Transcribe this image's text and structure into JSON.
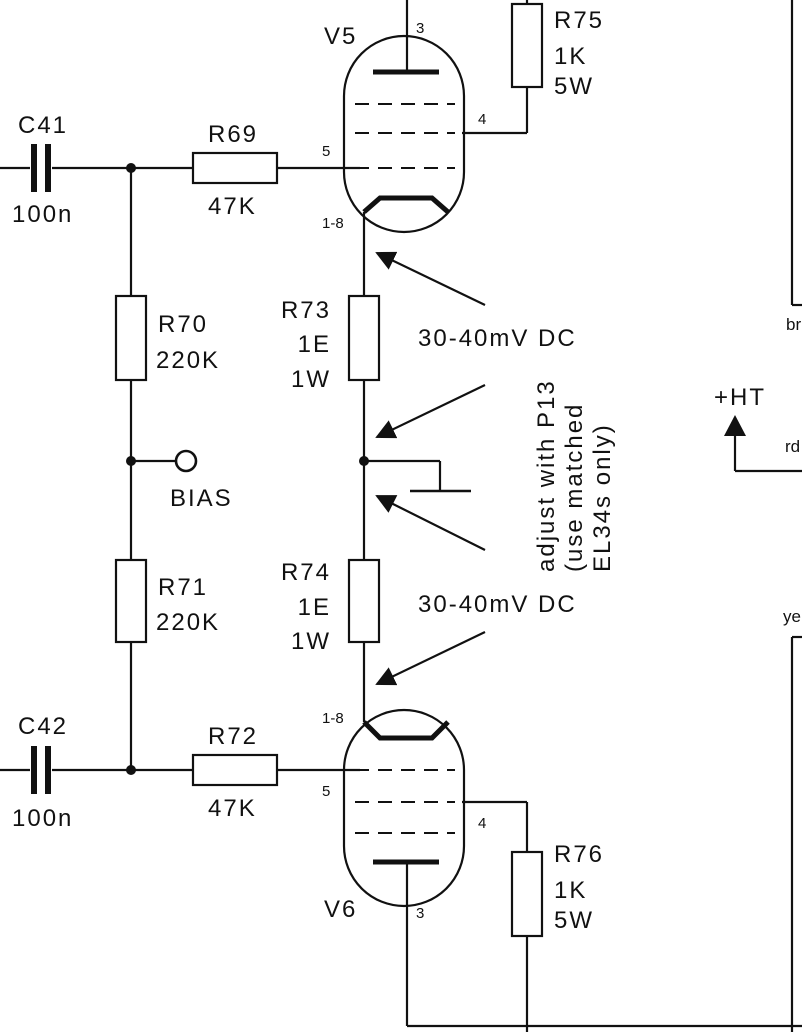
{
  "components": {
    "v5": {
      "ref": "V5"
    },
    "v6": {
      "ref": "V6"
    },
    "c41": {
      "ref": "C41",
      "value": "100n"
    },
    "c42": {
      "ref": "C42",
      "value": "100n"
    },
    "r69": {
      "ref": "R69",
      "value": "47K"
    },
    "r72": {
      "ref": "R72",
      "value": "47K"
    },
    "r70": {
      "ref": "R70",
      "value": "220K"
    },
    "r71": {
      "ref": "R71",
      "value": "220K"
    },
    "r73": {
      "ref": "R73",
      "value": "1E",
      "power": "1W"
    },
    "r74": {
      "ref": "R74",
      "value": "1E",
      "power": "1W"
    },
    "r75": {
      "ref": "R75",
      "value": "1K",
      "power": "5W"
    },
    "r76": {
      "ref": "R76",
      "value": "1K",
      "power": "5W"
    }
  },
  "pins": {
    "v5_anode": "3",
    "v5_screen": "4",
    "v5_grid": "5",
    "v5_cathode": "1-8",
    "v6_anode": "3",
    "v6_screen": "4",
    "v6_grid": "5",
    "v6_cathode": "1-8"
  },
  "labels": {
    "bias": "BIAS",
    "ht": "+HT",
    "measure_top": "30-40mV DC",
    "measure_bottom": "30-40mV DC",
    "adjust_line1": "adjust with P13",
    "adjust_line2": "(use matched",
    "adjust_line3": "EL34s only)",
    "edge_br": "br",
    "edge_rd": "rd",
    "edge_ye": "ye"
  }
}
